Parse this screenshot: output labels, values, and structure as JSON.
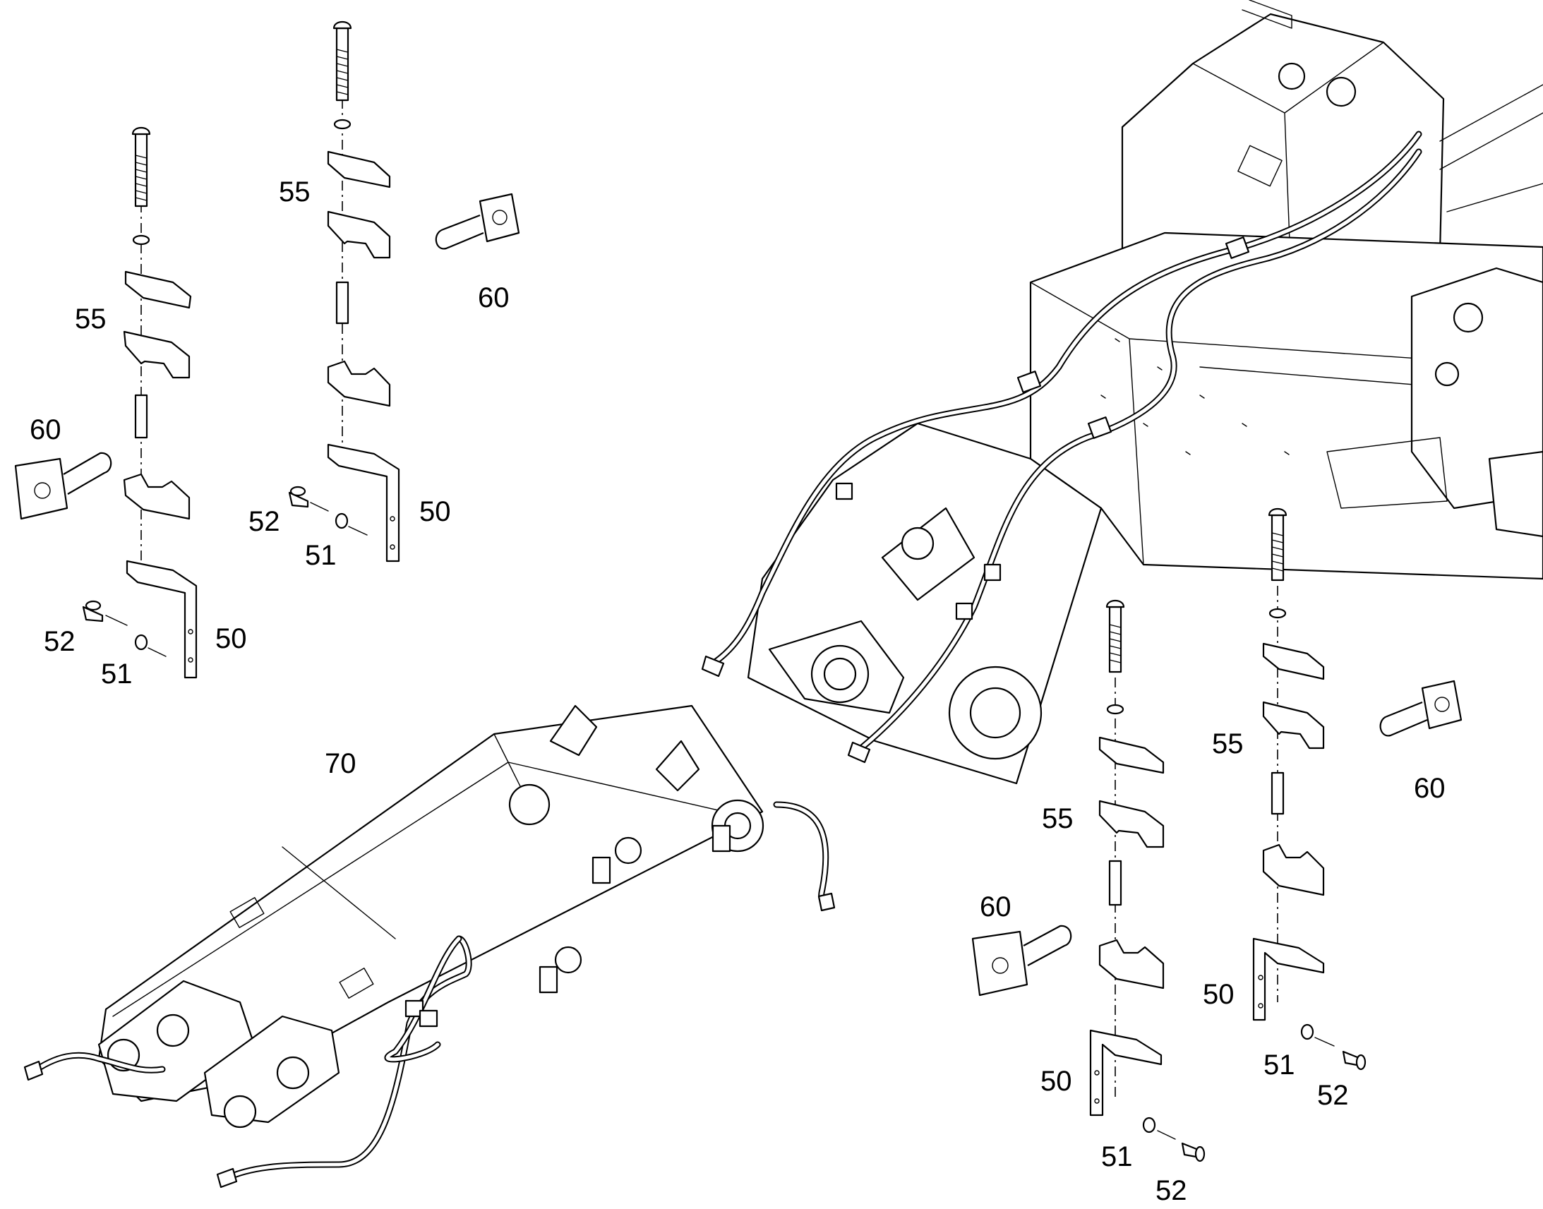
{
  "callouts": {
    "part_50": "50",
    "part_51": "51",
    "part_52": "52",
    "part_55": "55",
    "part_60": "60",
    "part_70": "70"
  }
}
